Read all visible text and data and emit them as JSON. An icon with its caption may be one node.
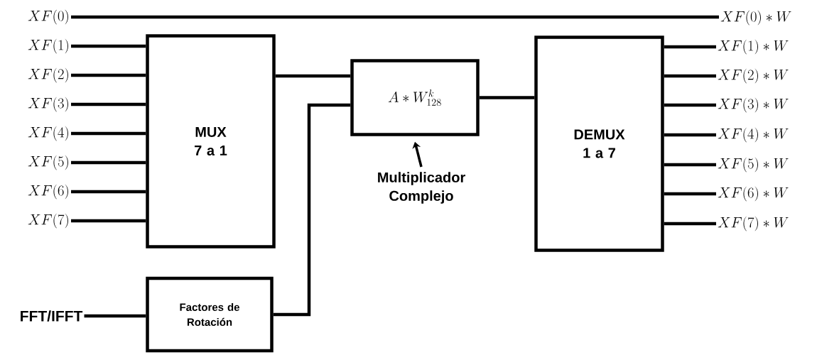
{
  "diagram": {
    "nodes": [
      {
        "text": [
          "XF(0)"
        ]
      },
      {
        "text": [
          "XF(1)"
        ]
      },
      {
        "text": [
          "XF(2)"
        ]
      },
      {
        "text": [
          "XF(3)"
        ]
      },
      {
        "text": [
          "XF(4)"
        ]
      },
      {
        "text": [
          "XF(5)"
        ]
      },
      {
        "text": [
          "XF(6)"
        ]
      },
      {
        "text": [
          "XF(7)"
        ]
      },
      {
        "text": [
          "MUX 7 a 1"
        ]
      },
      {
        "text": [
          "A * W_{128}^{k}"
        ]
      },
      {
        "text": [
          "Multiplicador Complejo"
        ]
      },
      {
        "text": [
          "FFT/IFFT"
        ]
      },
      {
        "text": [
          "Factores de Rotación"
        ]
      },
      {
        "text": [
          "DEMUX 1 a 7"
        ]
      },
      {
        "text": [
          "XF(0)*W"
        ]
      },
      {
        "text": [
          "XF(1)*W"
        ]
      },
      {
        "text": [
          "XF(2)*W"
        ]
      },
      {
        "text": [
          "XF(3)*W"
        ]
      },
      {
        "text": [
          "XF(4)*W"
        ]
      },
      {
        "text": [
          "XF(5)*W"
        ]
      },
      {
        "text": [
          "XF(6)*W"
        ]
      },
      {
        "text": [
          "XF(7)*W"
        ]
      }
    ],
    "edges": [
      {
        "from": 0,
        "to": 14,
        "arrow": "none"
      },
      {
        "from": 1,
        "to": 8,
        "arrow": "none"
      },
      {
        "from": 2,
        "to": 8,
        "arrow": "none"
      },
      {
        "from": 3,
        "to": 8,
        "arrow": "none"
      },
      {
        "from": 4,
        "to": 8,
        "arrow": "none"
      },
      {
        "from": 5,
        "to": 8,
        "arrow": "none"
      },
      {
        "from": 6,
        "to": 8,
        "arrow": "none"
      },
      {
        "from": 7,
        "to": 8,
        "arrow": "none"
      },
      {
        "from": 8,
        "to": 9,
        "arrow": "none"
      },
      {
        "from": 12,
        "to": 9,
        "arrow": "none"
      },
      {
        "from": 11,
        "to": 12,
        "arrow": "none"
      },
      {
        "from": 10,
        "to": 9,
        "arrow": "to"
      },
      {
        "from": 9,
        "to": 13,
        "arrow": "none"
      },
      {
        "from": 13,
        "to": 15,
        "arrow": "none"
      },
      {
        "from": 13,
        "to": 16,
        "arrow": "none"
      },
      {
        "from": 13,
        "to": 17,
        "arrow": "none"
      },
      {
        "from": 13,
        "to": 18,
        "arrow": "none"
      },
      {
        "from": 13,
        "to": 19,
        "arrow": "none"
      },
      {
        "from": 13,
        "to": 20,
        "arrow": "none"
      },
      {
        "from": 13,
        "to": 21,
        "arrow": "none"
      }
    ]
  }
}
